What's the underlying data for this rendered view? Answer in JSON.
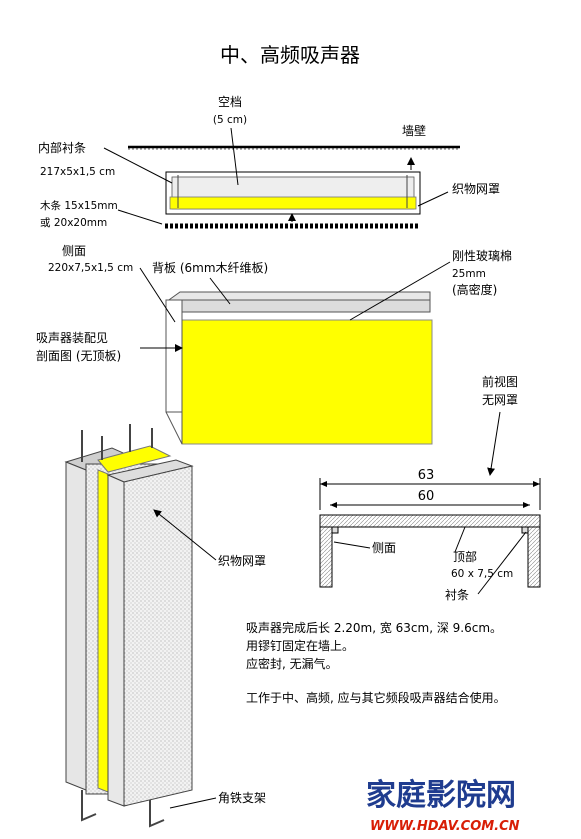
{
  "title": "中、高频吸声器",
  "top_view": {
    "air_gap_label": "空档",
    "air_gap_size": "(5 cm)",
    "wall_label": "墙壁",
    "inner_strip_label": "内部衬条",
    "inner_strip_size": "217x5x1,5 cm",
    "wood_strip_label": "木条 15x15mm",
    "wood_strip_alt": "或 20x20mm",
    "fabric_label": "织物网罩"
  },
  "panel_view": {
    "side_label": "侧面",
    "side_size": "220x7,5x1,5 cm",
    "back_label": "背板 (6mm木纤维板)",
    "wool_label": "刚性玻璃棉",
    "wool_thickness": "25mm",
    "wool_density": "(高密度)",
    "assembly_note_1": "吸声器装配见",
    "assembly_note_2": "剖面图 (无顶板)"
  },
  "section_view": {
    "front_view_1": "前视图",
    "front_view_2": "无网罩",
    "outer_width": "63",
    "inner_width": "60",
    "side_label": "侧面",
    "top_label": "顶部",
    "top_size": "60 x 7,5 cm",
    "strip_label": "衬条"
  },
  "perspective": {
    "fabric_label": "织物网罩",
    "bracket_label": "角铁支架"
  },
  "notes": [
    "吸声器完成后长 2.20m, 宽 63cm, 深 9.6cm。",
    "用镠钉固定在墙上。",
    "应密封, 无漏气。",
    "工作于中、高频, 应与其它频段吸声器结合使用。"
  ],
  "brand": {
    "name": "家庭影院网",
    "url": "WWW.HDAV.COM.CN"
  },
  "colors": {
    "absorber": "#ffff00",
    "panel_edge": "#cccccc",
    "brand_blue": "#1f3c8f",
    "brand_red": "#d81e06"
  }
}
